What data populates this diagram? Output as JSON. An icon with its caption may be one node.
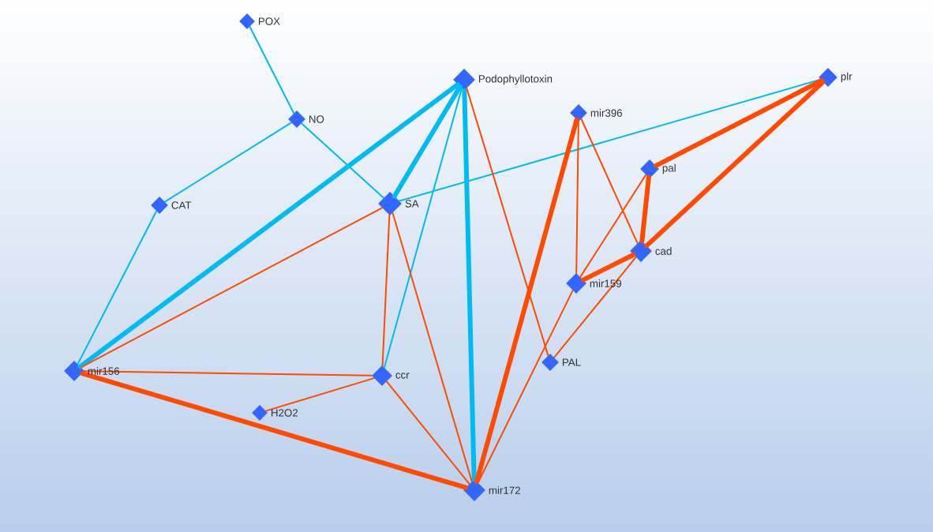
{
  "diagram": {
    "nodes": [
      {
        "text": [
          "POX"
        ]
      },
      {
        "text": [
          "Podophyllotoxin"
        ]
      },
      {
        "text": [
          "plr"
        ]
      },
      {
        "text": [
          "mir396"
        ]
      },
      {
        "text": [
          "NO"
        ]
      },
      {
        "text": [
          "pal"
        ]
      },
      {
        "text": [
          "CAT"
        ]
      },
      {
        "text": [
          "SA"
        ]
      },
      {
        "text": [
          "cad"
        ]
      },
      {
        "text": [
          "mir159"
        ]
      },
      {
        "text": [
          "PAL"
        ]
      },
      {
        "text": [
          "mir156"
        ]
      },
      {
        "text": [
          "ccr"
        ]
      },
      {
        "text": [
          "H2O2"
        ]
      },
      {
        "text": [
          "mir172"
        ]
      }
    ],
    "edges": [
      {
        "from": 0,
        "to": 4,
        "arrow": "none",
        "color": "#00bbf2"
      },
      {
        "from": 4,
        "to": 6,
        "arrow": "none",
        "color": "#00bbf2"
      },
      {
        "from": 4,
        "to": 7,
        "arrow": "none",
        "color": "#00bbf2"
      },
      {
        "from": 6,
        "to": 11,
        "arrow": "none",
        "color": "#00bbf2"
      },
      {
        "from": 1,
        "to": 11,
        "arrow": "none",
        "color": "#00bbf2",
        "style": "thick"
      },
      {
        "from": 1,
        "to": 7,
        "arrow": "none",
        "color": "#00bbf2",
        "style": "thick"
      },
      {
        "from": 1,
        "to": 12,
        "arrow": "none",
        "color": "#00bbf2"
      },
      {
        "from": 1,
        "to": 14,
        "arrow": "none",
        "color": "#00bbf2",
        "style": "thick"
      },
      {
        "from": 7,
        "to": 2,
        "arrow": "none",
        "color": "#00bbf2"
      },
      {
        "from": 1,
        "to": 10,
        "arrow": "none"
      },
      {
        "from": 7,
        "to": 11,
        "arrow": "none"
      },
      {
        "from": 7,
        "to": 12,
        "arrow": "none"
      },
      {
        "from": 7,
        "to": 14,
        "arrow": "none"
      },
      {
        "from": 11,
        "to": 12,
        "arrow": "none"
      },
      {
        "from": 11,
        "to": 14,
        "arrow": "none",
        "style": "thick"
      },
      {
        "from": 13,
        "to": 12,
        "arrow": "none"
      },
      {
        "from": 12,
        "to": 14,
        "arrow": "none"
      },
      {
        "from": 14,
        "to": 3,
        "arrow": "none",
        "style": "thick"
      },
      {
        "from": 14,
        "to": 9,
        "arrow": "none"
      },
      {
        "from": 3,
        "to": 9,
        "arrow": "none"
      },
      {
        "from": 3,
        "to": 8,
        "arrow": "none"
      },
      {
        "from": 5,
        "to": 2,
        "arrow": "none",
        "style": "thick"
      },
      {
        "from": 8,
        "to": 2,
        "arrow": "none",
        "style": "thick"
      },
      {
        "from": 5,
        "to": 8,
        "arrow": "none",
        "style": "thick"
      },
      {
        "from": 8,
        "to": 9,
        "arrow": "none",
        "style": "thick"
      },
      {
        "from": 5,
        "to": 9,
        "arrow": "none"
      },
      {
        "from": 8,
        "to": 10,
        "arrow": "none"
      }
    ]
  }
}
